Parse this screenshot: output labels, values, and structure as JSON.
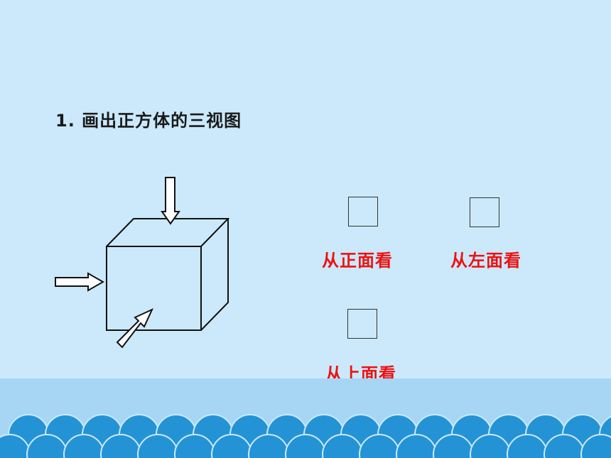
{
  "slide": {
    "title": "1. 画出正方体的三视图",
    "views": {
      "front": "从正面看",
      "left": "从左面看",
      "top": "从上面看"
    }
  },
  "colors": {
    "background": "#cbe9fb",
    "band": "#a7d6f4",
    "waves": "#2493d6",
    "caption": "#ee1111"
  }
}
